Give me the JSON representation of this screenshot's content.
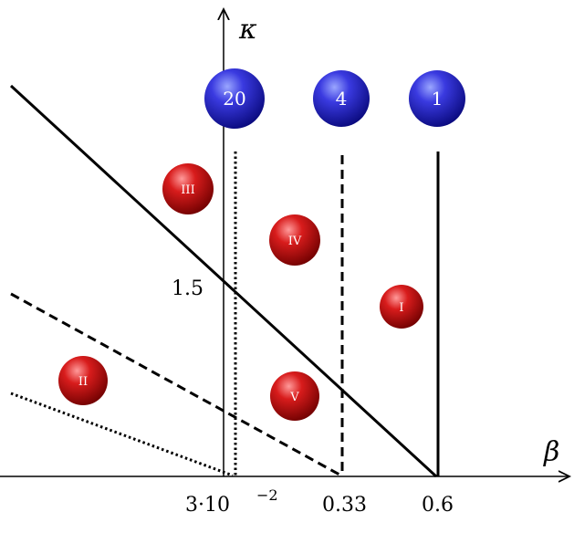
{
  "axes": {
    "x_label": "β",
    "y_label": "κ"
  },
  "ticks": {
    "x": [
      "3·10",
      "−2",
      "0.33",
      "0.6"
    ],
    "y": [
      "1.5"
    ]
  },
  "blue_markers": [
    "20",
    "4",
    "1"
  ],
  "red_markers": [
    "III",
    "IV",
    "I",
    "II",
    "V"
  ],
  "colors": {
    "blue": "#2020c8",
    "red": "#d01818",
    "line": "#000000"
  }
}
